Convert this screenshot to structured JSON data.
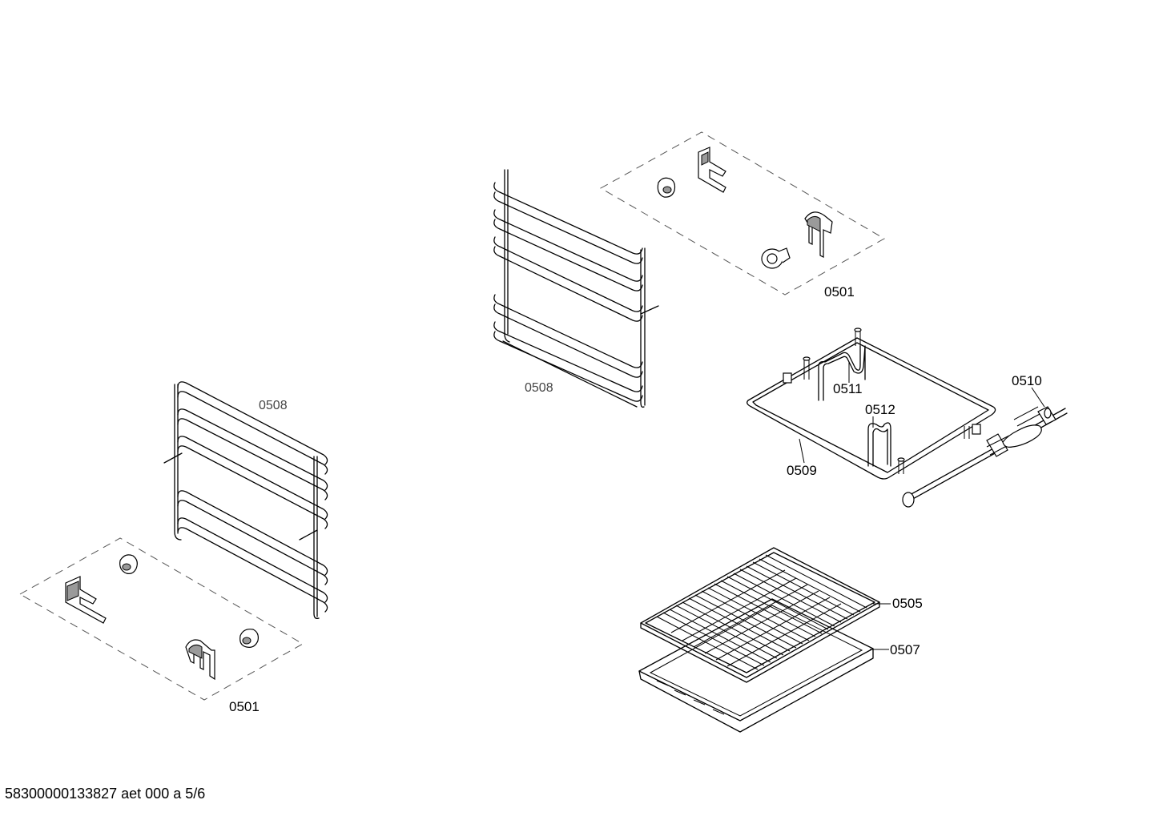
{
  "labels": {
    "p0501_top": "0501",
    "p0508_top": "0508",
    "p0511": "0511",
    "p0510": "0510",
    "p0512": "0512",
    "p0509": "0509",
    "p0508_left": "0508",
    "p0505": "0505",
    "p0507": "0507",
    "p0501_bottom": "0501"
  },
  "footer": "58300000133827 aet 000 a 5/6"
}
